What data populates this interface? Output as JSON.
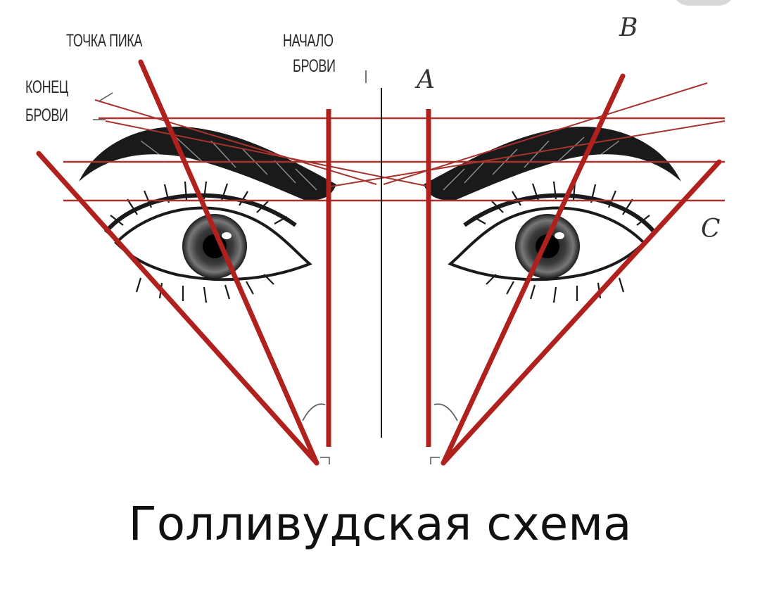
{
  "labels": {
    "peak_point": "ТОЧКА ПИКА",
    "brow_start_line1": "НАЧАЛО",
    "brow_start_line2": "БРОВИ",
    "brow_end_line1": "КОНЕЦ",
    "brow_end_line2": "БРОВИ",
    "point_a": "A",
    "point_b": "B",
    "point_c": "C"
  },
  "caption": "Голливудская схема",
  "colors": {
    "guide_line": "#b0211e",
    "thin_line": "#a8322e",
    "ink": "#1a1a1a",
    "background": "#ffffff"
  },
  "icons": [
    "eyebrow-left",
    "eyebrow-right",
    "eye-left",
    "eye-right"
  ]
}
